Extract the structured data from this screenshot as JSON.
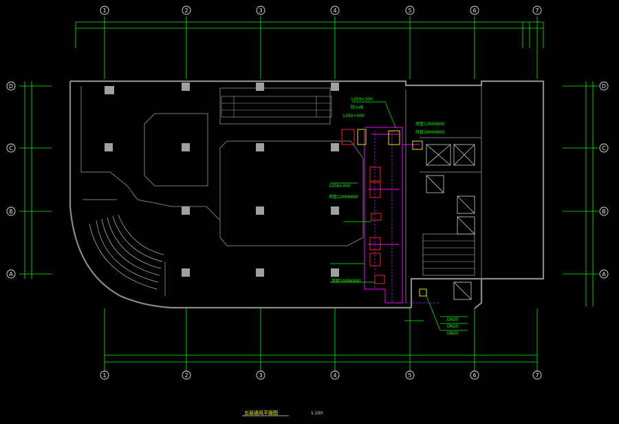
{
  "colors": {
    "background": "#000000",
    "wall": "#8a8a8a",
    "column": "#a0a0a0",
    "grid": "#00ff00",
    "grid_bubble": "#e6e6e6",
    "duct": "#ff00ff",
    "equipment": "#ff2020",
    "annotation": "#ffff00",
    "text": "#cfcfcf"
  },
  "grid_axes": {
    "numbers": [
      "1",
      "2",
      "3",
      "4",
      "5",
      "6",
      "7"
    ],
    "letters": [
      "D",
      "C",
      "B",
      "A"
    ]
  },
  "annotations": {
    "dim_top": [
      "1250×300",
      "防火阀",
      "1250×300"
    ],
    "mid": [
      "风管1200X800",
      "风管1600X800",
      "1250×300",
      "风管1200X800",
      "风管1000X800"
    ],
    "pipe": [
      "DN20",
      "DN20",
      "DN25"
    ]
  },
  "title": {
    "text": "五层通风平面图",
    "scale": "1:100"
  }
}
